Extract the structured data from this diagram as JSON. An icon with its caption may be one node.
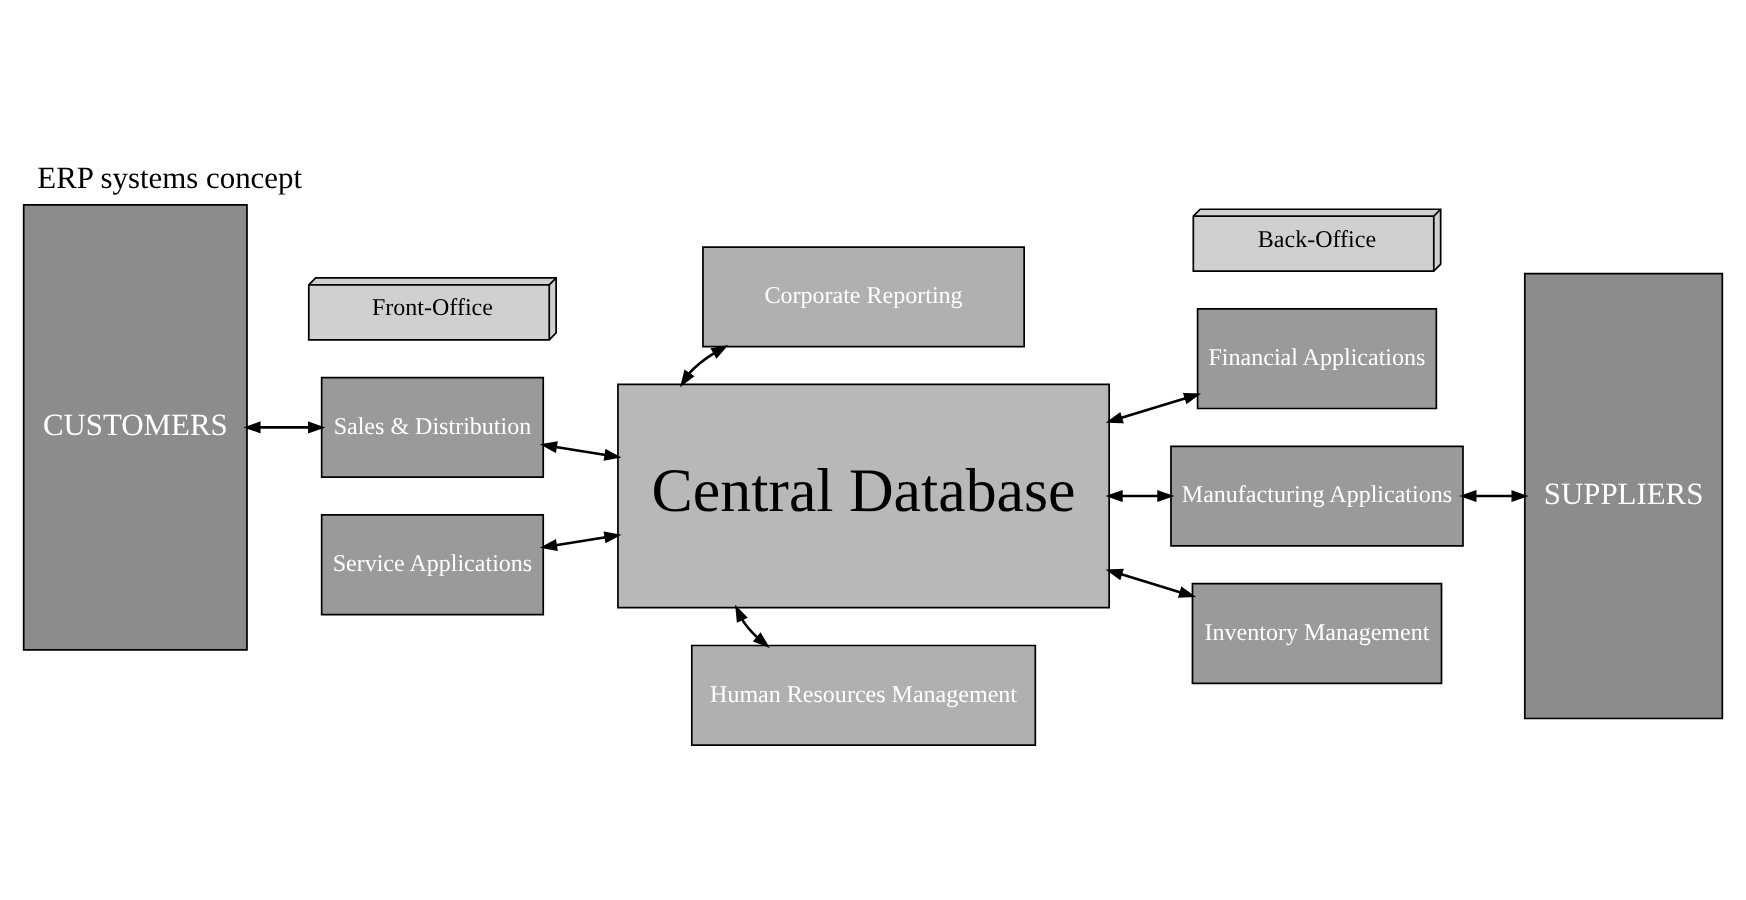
{
  "diagram": {
    "title": "ERP systems concept",
    "nodes": [
      {
        "text": [
          "CUSTOMERS"
        ]
      },
      {
        "text": [
          "Front-Office"
        ]
      },
      {
        "text": [
          "Sales & Distribution"
        ]
      },
      {
        "text": [
          "Service Applications"
        ]
      },
      {
        "text": [
          "Corporate Reporting"
        ]
      },
      {
        "text": [
          "Central Database"
        ]
      },
      {
        "text": [
          "Human Resources Management"
        ]
      },
      {
        "text": [
          "Back-Office"
        ]
      },
      {
        "text": [
          "Financial Applications"
        ]
      },
      {
        "text": [
          "Manufacturing Applications"
        ]
      },
      {
        "text": [
          "Inventory Management"
        ]
      },
      {
        "text": [
          "SUPPLIERS"
        ]
      }
    ],
    "edges": [
      {
        "from": 0,
        "to": 2,
        "arrow": "both"
      },
      {
        "from": 2,
        "to": 5,
        "arrow": "both"
      },
      {
        "from": 3,
        "to": 5,
        "arrow": "both"
      },
      {
        "from": 4,
        "to": 5,
        "arrow": "both"
      },
      {
        "from": 5,
        "to": 6,
        "arrow": "both"
      },
      {
        "from": 5,
        "to": 8,
        "arrow": "both"
      },
      {
        "from": 5,
        "to": 9,
        "arrow": "both"
      },
      {
        "from": 5,
        "to": 10,
        "arrow": "both"
      },
      {
        "from": 9,
        "to": 11,
        "arrow": "both"
      }
    ]
  }
}
